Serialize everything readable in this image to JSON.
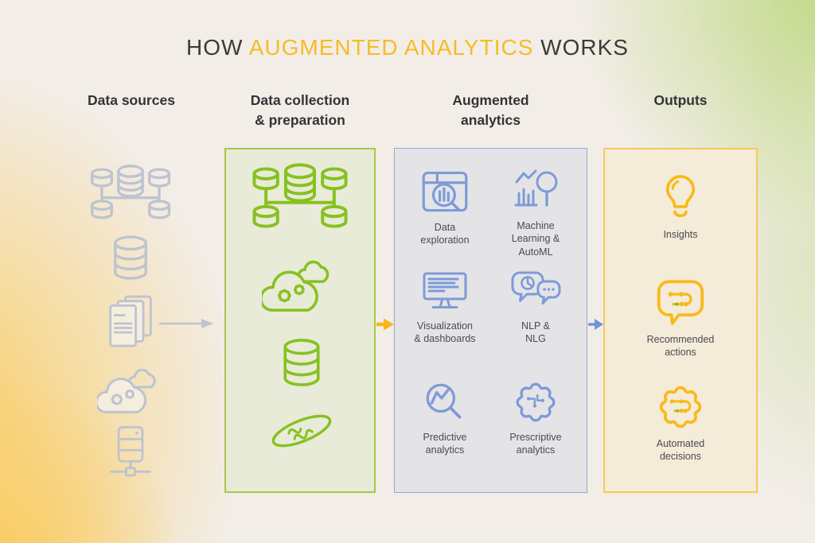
{
  "title": {
    "part1": "HOW ",
    "highlight": "AUGMENTED ANALYTICS",
    "part2": " WORKS"
  },
  "colors": {
    "title_highlight": "#f7bc26",
    "gray_icon": "#bdc4d0",
    "green_icon": "#87c11f",
    "blue_icon": "#7e9ad8",
    "yellow_icon": "#f8ba17",
    "green_box_border": "#a6ca45",
    "green_box_fill": "#e8ebd8",
    "blue_box_border": "#93a9d6",
    "blue_box_fill": "#e4e4e7",
    "yellow_box_border": "#f6ca57",
    "yellow_box_fill": "#f4ebd9",
    "route_arrow_green": "#6abf3a"
  },
  "columns": [
    {
      "id": "data-sources",
      "header": "Data sources",
      "icons": [
        "database-cluster",
        "database",
        "documents",
        "cloud-services",
        "server"
      ]
    },
    {
      "id": "data-collection-preparation",
      "header": "Data collection\n& preparation",
      "icons": [
        "database-cluster",
        "cloud-processing",
        "database",
        "clean-data"
      ]
    },
    {
      "id": "augmented-analytics",
      "header": "Augmented\nanalytics",
      "items": [
        {
          "icon": "data-exploration",
          "label": "Data\nexploration"
        },
        {
          "icon": "machine-learning-automl",
          "label": "Machine\nLearning &\nAutoML"
        },
        {
          "icon": "visualization-dashboards",
          "label": "Visualization\n& dashboards"
        },
        {
          "icon": "nlp-nlg",
          "label": "NLP &\nNLG"
        },
        {
          "icon": "predictive-analytics",
          "label": "Predictive\nanalytics"
        },
        {
          "icon": "prescriptive-analytics",
          "label": "Prescriptive\nanalytics"
        }
      ]
    },
    {
      "id": "outputs",
      "header": "Outputs",
      "items": [
        {
          "icon": "lightbulb",
          "label": "Insights"
        },
        {
          "icon": "speech-bubble-route",
          "label": "Recommended\nactions"
        },
        {
          "icon": "gear-route",
          "label": "Automated\ndecisions"
        }
      ]
    }
  ],
  "flow_arrows": [
    {
      "from": "data-sources",
      "to": "data-collection-preparation",
      "color": "#bdc4d0"
    },
    {
      "from": "data-collection-preparation",
      "to": "augmented-analytics",
      "color": "#f9b61a"
    },
    {
      "from": "augmented-analytics",
      "to": "outputs",
      "color": "#6f93d8"
    }
  ]
}
